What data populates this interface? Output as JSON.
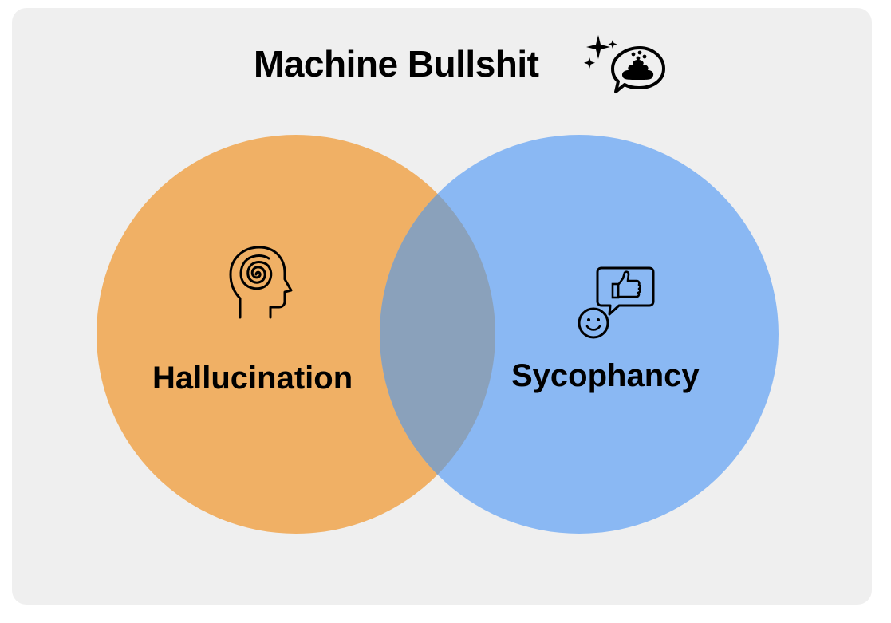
{
  "title": "Machine Bullshit",
  "title_icon": "sparkles-speech-bubble-poop-icon",
  "sets": [
    {
      "label": "Hallucination",
      "icon": "spiral-head-icon",
      "color": "#f0b065"
    },
    {
      "label": "Sycophancy",
      "icon": "thumbs-up-smiley-icon",
      "color": "#8ab8f3"
    }
  ],
  "overlap_color": "#8aa1bb",
  "background_color": "#efefef"
}
